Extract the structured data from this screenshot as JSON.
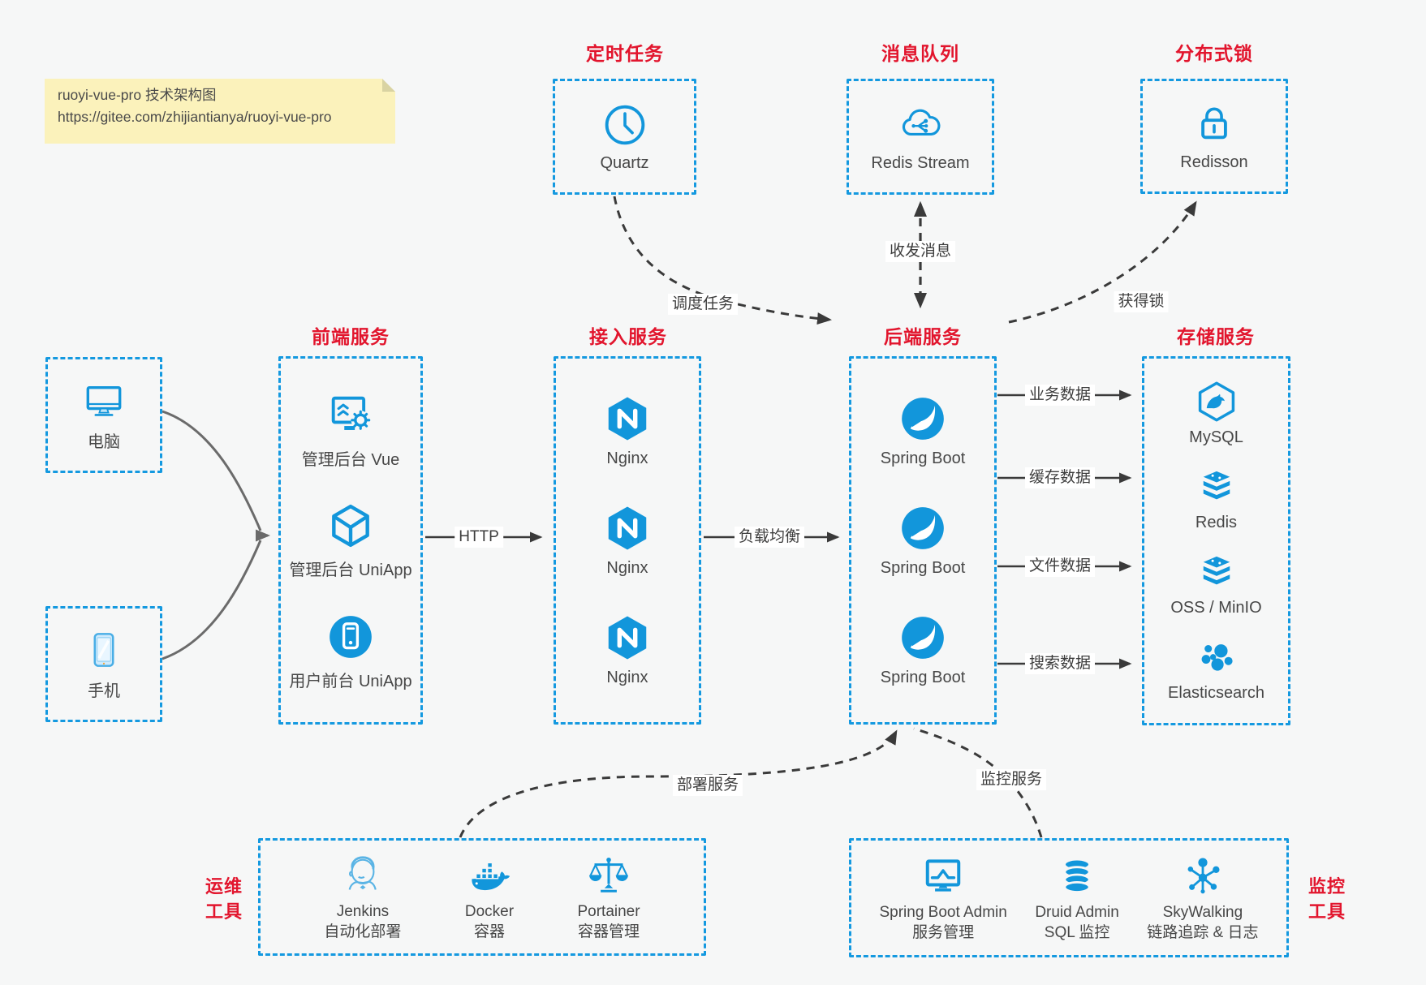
{
  "note": {
    "line1": "ruoyi-vue-pro 技术架构图",
    "line2": "https://gitee.com/zhijiantianya/ruoyi-vue-pro"
  },
  "colors": {
    "accent_blue": "#1296db",
    "dashed_border_blue": "#1499e0",
    "title_red": "#e2152d",
    "arrow_dark": "#3a3a3a",
    "arrow_gray": "#6b6b6b",
    "note_yellow": "#fbf2bb",
    "background": "#f6f7f7",
    "label_text": "#474747"
  },
  "top_groups": [
    {
      "title": "定时任务",
      "item": {
        "label": "Quartz",
        "icon": "clock-icon"
      }
    },
    {
      "title": "消息队列",
      "item": {
        "label": "Redis Stream",
        "icon": "cloud-stream-icon"
      }
    },
    {
      "title": "分布式锁",
      "item": {
        "label": "Redisson",
        "icon": "lock-icon"
      }
    }
  ],
  "clients": [
    {
      "label": "电脑",
      "icon": "desktop-icon"
    },
    {
      "label": "手机",
      "icon": "phone-icon"
    }
  ],
  "columns": [
    {
      "title": "前端服务",
      "items": [
        {
          "label": "管理后台 Vue",
          "icon": "admin-vue-icon"
        },
        {
          "label": "管理后台 UniApp",
          "icon": "uniapp-cube-icon"
        },
        {
          "label": "用户前台 UniApp",
          "icon": "mobile-app-icon"
        }
      ]
    },
    {
      "title": "接入服务",
      "items": [
        {
          "label": "Nginx",
          "icon": "nginx-icon"
        },
        {
          "label": "Nginx",
          "icon": "nginx-icon"
        },
        {
          "label": "Nginx",
          "icon": "nginx-icon"
        }
      ]
    },
    {
      "title": "后端服务",
      "items": [
        {
          "label": "Spring Boot",
          "icon": "spring-boot-icon"
        },
        {
          "label": "Spring Boot",
          "icon": "spring-boot-icon"
        },
        {
          "label": "Spring Boot",
          "icon": "spring-boot-icon"
        }
      ]
    },
    {
      "title": "存储服务",
      "items": [
        {
          "label": "MySQL",
          "icon": "mysql-icon"
        },
        {
          "label": "Redis",
          "icon": "redis-icon"
        },
        {
          "label": "OSS / MinIO",
          "icon": "oss-minio-icon"
        },
        {
          "label": "Elasticsearch",
          "icon": "elasticsearch-icon"
        }
      ]
    }
  ],
  "bottom_groups": [
    {
      "side_label": [
        "运维",
        "工具"
      ],
      "items": [
        {
          "label": "Jenkins",
          "sublabel": "自动化部署",
          "icon": "jenkins-icon"
        },
        {
          "label": "Docker",
          "sublabel": "容器",
          "icon": "docker-icon"
        },
        {
          "label": "Portainer",
          "sublabel": "容器管理",
          "icon": "portainer-icon"
        }
      ]
    },
    {
      "side_label": [
        "监控",
        "工具"
      ],
      "items": [
        {
          "label": "Spring Boot Admin",
          "sublabel": "服务管理",
          "icon": "spring-boot-admin-icon"
        },
        {
          "label": "Druid Admin",
          "sublabel": "SQL 监控",
          "icon": "druid-icon"
        },
        {
          "label": "SkyWalking",
          "sublabel": "链路追踪 & 日志",
          "icon": "skywalking-icon"
        }
      ]
    }
  ],
  "edges": {
    "http": "HTTP",
    "load_balance": "负载均衡",
    "business_data": "业务数据",
    "cache_data": "缓存数据",
    "file_data": "文件数据",
    "search_data": "搜索数据",
    "schedule_task": "调度任务",
    "send_receive_message": "收发消息",
    "acquire_lock": "获得锁",
    "deploy_service": "部署服务",
    "monitor_service": "监控服务"
  }
}
